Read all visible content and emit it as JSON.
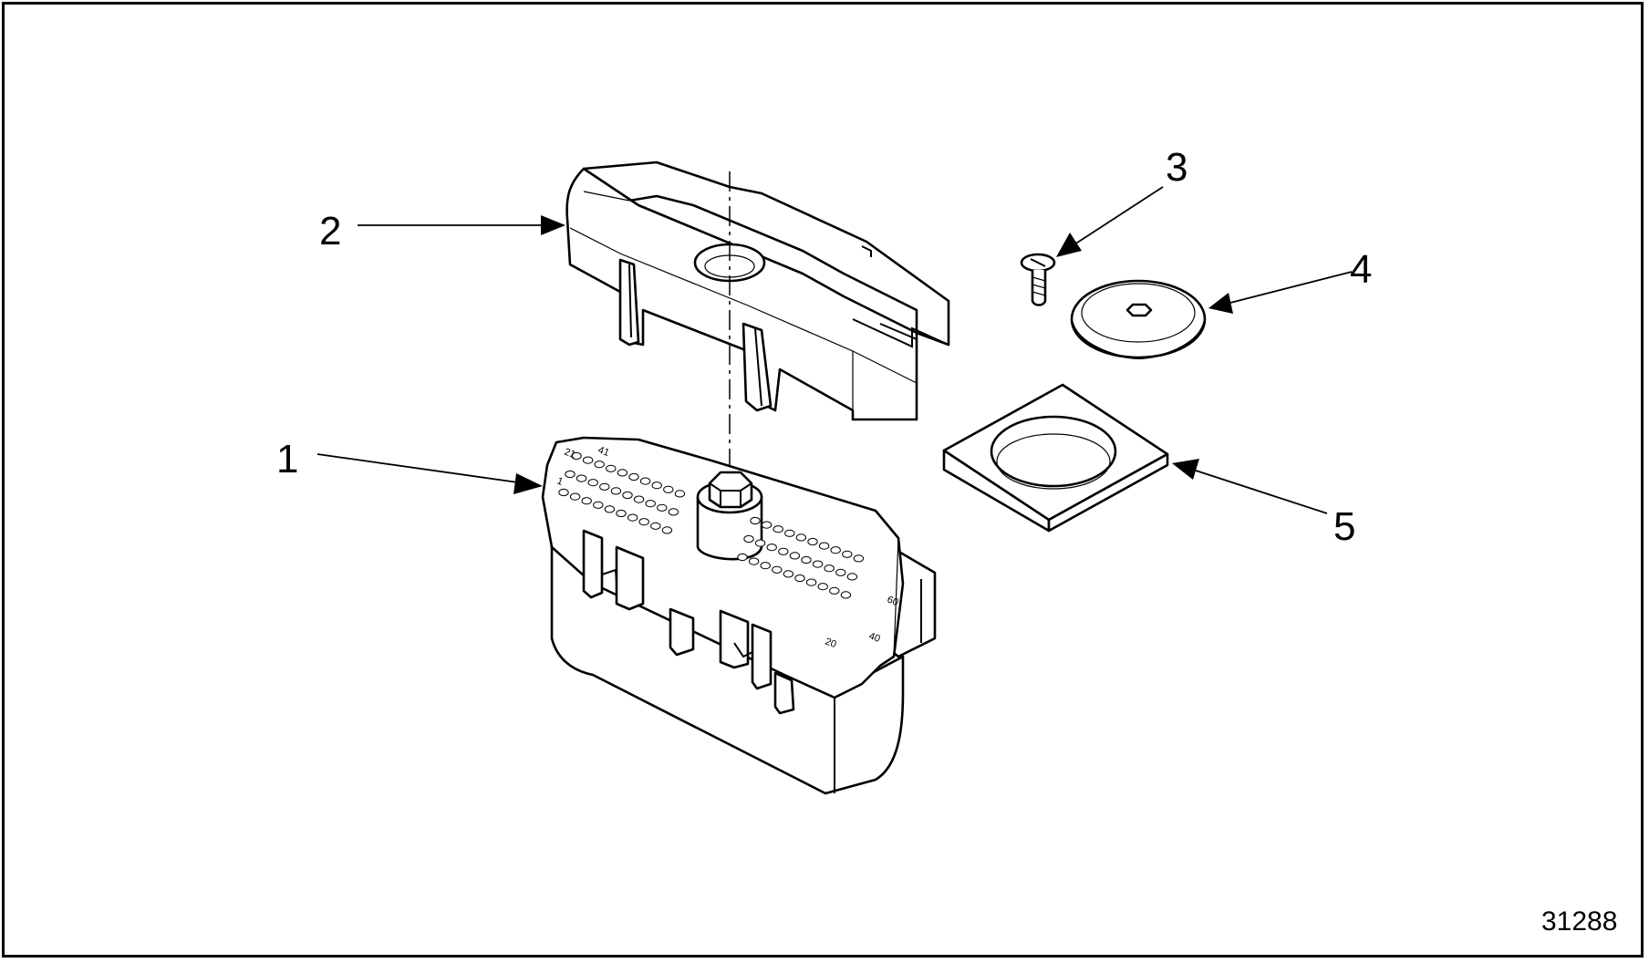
{
  "figure": {
    "figure_number": "31288"
  },
  "callouts": [
    {
      "id": "1",
      "label": "1"
    },
    {
      "id": "2",
      "label": "2"
    },
    {
      "id": "3",
      "label": "3"
    },
    {
      "id": "4",
      "label": "4"
    },
    {
      "id": "5",
      "label": "5"
    }
  ],
  "pin_labels": {
    "row1_start": "21",
    "row1_mid": "41",
    "row2_start": "1",
    "row1_end": "60",
    "row2_end": "40",
    "row3_end": "20"
  },
  "colors": {
    "line": "#000000",
    "background": "#ffffff",
    "shade": "#d4d4d4"
  }
}
